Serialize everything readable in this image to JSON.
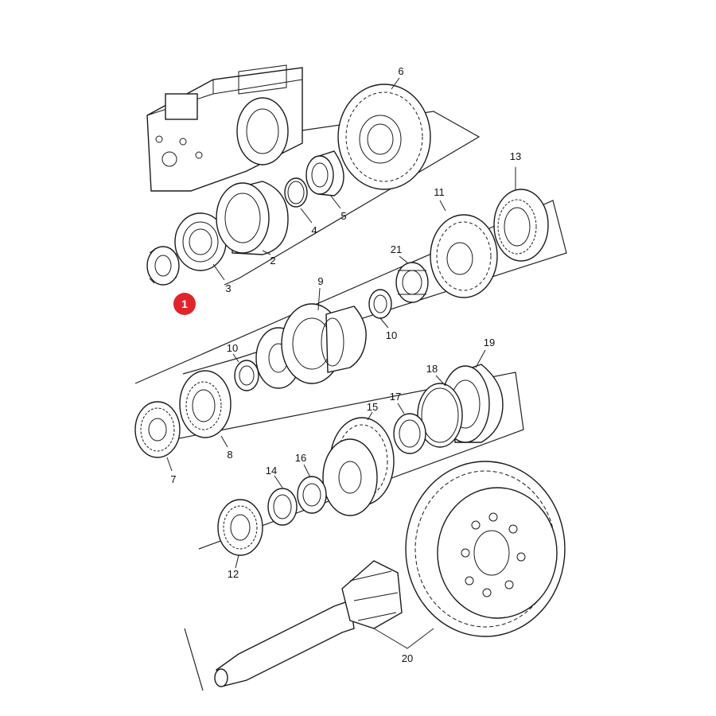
{
  "diagram": {
    "highlight": {
      "label": "1",
      "color": "#e0242b"
    },
    "callouts": [
      {
        "id": "2",
        "label": "2"
      },
      {
        "id": "3",
        "label": "3"
      },
      {
        "id": "4",
        "label": "4"
      },
      {
        "id": "5",
        "label": "5"
      },
      {
        "id": "6",
        "label": "6"
      },
      {
        "id": "7",
        "label": "7"
      },
      {
        "id": "8",
        "label": "8"
      },
      {
        "id": "9",
        "label": "9"
      },
      {
        "id": "10a",
        "label": "10"
      },
      {
        "id": "10b",
        "label": "10"
      },
      {
        "id": "11",
        "label": "11"
      },
      {
        "id": "12",
        "label": "12"
      },
      {
        "id": "13",
        "label": "13"
      },
      {
        "id": "14",
        "label": "14"
      },
      {
        "id": "15",
        "label": "15"
      },
      {
        "id": "16",
        "label": "16"
      },
      {
        "id": "17",
        "label": "17"
      },
      {
        "id": "18",
        "label": "18"
      },
      {
        "id": "19",
        "label": "19"
      },
      {
        "id": "20",
        "label": "20"
      },
      {
        "id": "21",
        "label": "21"
      }
    ]
  }
}
